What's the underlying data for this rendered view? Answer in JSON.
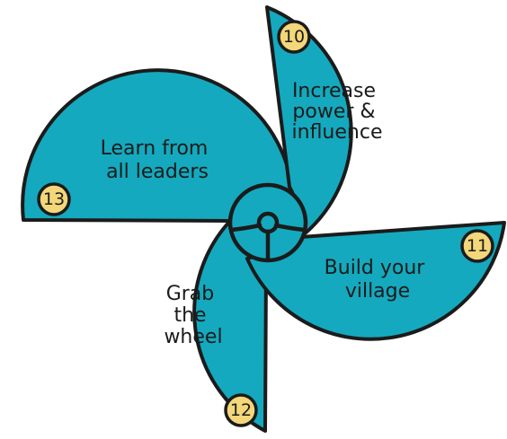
{
  "colors": {
    "blade_fill": "#14a9be",
    "badge_fill": "#f3d77a",
    "outline": "#1b1b1b",
    "background": "#ffffff"
  },
  "blades": [
    {
      "id": "top",
      "number": "10",
      "label_lines": [
        "Increase",
        "power &",
        "influence"
      ]
    },
    {
      "id": "right",
      "number": "11",
      "label_lines": [
        "Build your",
        "village"
      ]
    },
    {
      "id": "bottom",
      "number": "12",
      "label_lines": [
        "Grab",
        "the",
        "wheel"
      ]
    },
    {
      "id": "left",
      "number": "13",
      "label_lines": [
        "Learn from",
        "all leaders"
      ]
    }
  ],
  "center_icon": "steering-wheel-icon"
}
